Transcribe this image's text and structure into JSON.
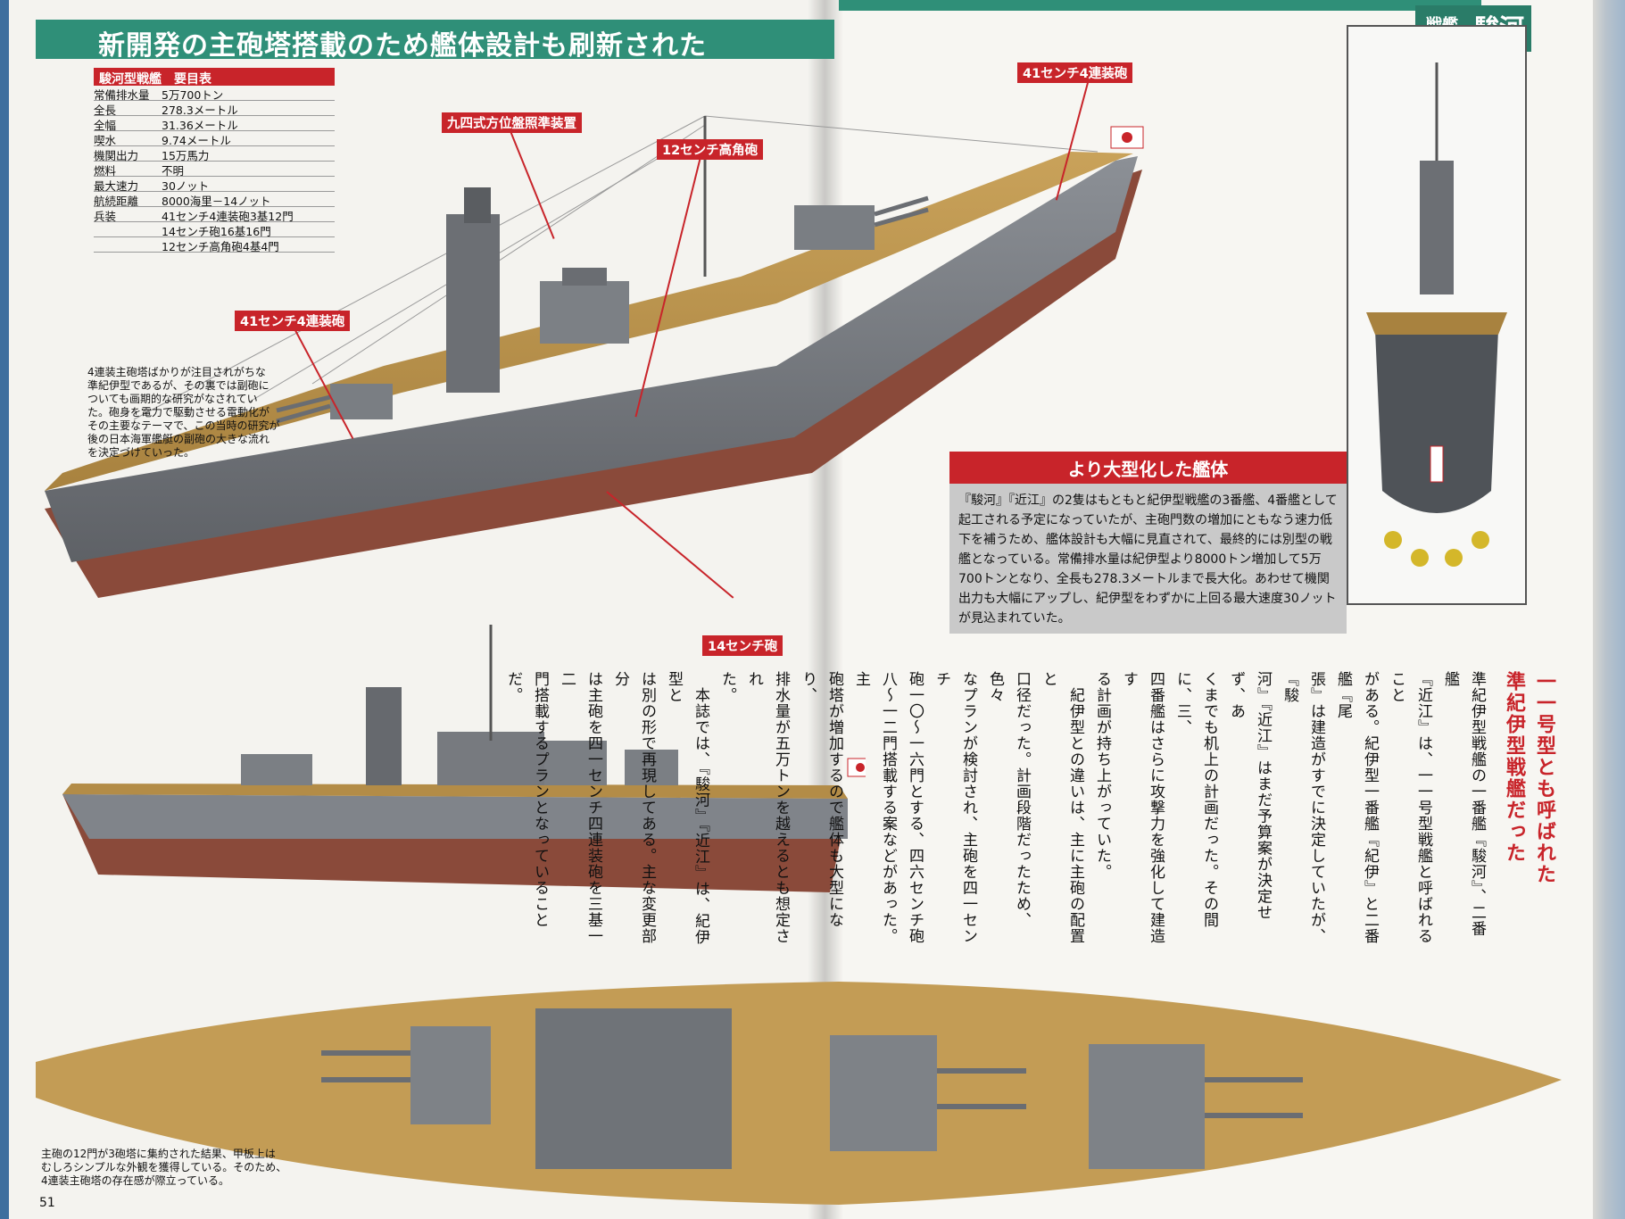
{
  "header": {
    "title": "新開発の主砲塔搭載のため艦体設計も刷新された",
    "category": "戦艦",
    "ship_name": "駿河"
  },
  "spec_table": {
    "title": "駿河型戦艦　要目表",
    "rows": [
      {
        "key": "常備排水量",
        "value": "5万700トン"
      },
      {
        "key": "全長",
        "value": "278.3メートル"
      },
      {
        "key": "全幅",
        "value": "31.36メートル"
      },
      {
        "key": "喫水",
        "value": "9.74メートル"
      },
      {
        "key": "機関出力",
        "value": "15万馬力"
      },
      {
        "key": "燃料",
        "value": "不明"
      },
      {
        "key": "最大速力",
        "value": "30ノット"
      },
      {
        "key": "航続距離",
        "value": "8000海里－14ノット"
      },
      {
        "key": "兵装",
        "value": "41センチ4連装砲3基12門"
      },
      {
        "key": "",
        "value": "14センチ砲16基16門"
      },
      {
        "key": "",
        "value": "12センチ高角砲4基4門"
      }
    ]
  },
  "callouts": {
    "main_gun_left": "41センチ4連装砲",
    "director": "九四式方位盤照準装置",
    "aa_gun": "12センチ高角砲",
    "main_gun_right": "41センチ4連装砲",
    "secondary_gun": "14センチ砲"
  },
  "notes": {
    "turret_note": [
      "4連装主砲塔ばかりが注目されがちな",
      "準紀伊型であるが、その裏では副砲に",
      "ついても画期的な研究がなされてい",
      "た。砲身を電力で駆動させる電動化が",
      "その主要なテーマで、この当時の研究が",
      "後の日本海軍艦艇の副砲の大きな流れ",
      "を決定づけていった。"
    ],
    "deck_note": [
      "主砲の12門が3砲塔に集約された結果、甲板上は",
      "むしろシンプルな外観を獲得している。そのため、",
      "4連装主砲塔の存在感が際立っている。"
    ]
  },
  "sidebox": {
    "title": "より大型化した艦体",
    "body": "『駿河』『近江』の2隻はもともと紀伊型戦艦の3番艦、4番艦として起工される予定になっていたが、主砲門数の増加にともなう速力低下を補うため、艦体設計も大幅に見直されて、最終的には別型の戦艦となっている。常備排水量は紀伊型より8000トン増加して5万700トンとなり、全長も278.3メートルまで長大化。あわせて機関出力も大幅にアップし、紀伊型をわずかに上回る最大速度30ノットが見込まれていた。"
  },
  "article": {
    "title_lines": [
      "一一号型とも呼ばれた",
      "準紀伊型戦艦だった"
    ],
    "columns": [
      "準紀伊型戦艦の一番艦『駿河』、二番艦",
      "『近江』は、一一号型戦艦と呼ばれること",
      "がある。紀伊型一番艦『紀伊』と二番艦『尾",
      "張』は建造がすでに決定していたが、『駿",
      "河』『近江』はまだ予算案が決定せず、あ",
      "くまでも机上の計画だった。その間に、三、",
      "四番艦はさらに攻撃力を強化して建造す",
      "る計画が持ち上がっていた。",
      "　紀伊型との違いは、主に主砲の配置と",
      "口径だった。計画段階だったため、色々",
      "なプランが検討され、主砲を四一センチ",
      "砲一〇～一六門とする、四六センチ砲",
      "八～一二門搭載する案などがあった。主",
      "砲塔が増加するので艦体も大型になり、",
      "排水量が五万トンを越えるとも想定され",
      "た。",
      "　本誌では、『駿河』『近江』は、紀伊型と",
      "は別の形で再現してある。主な変更部分",
      "は主砲を四一センチ四連装砲を三基一二",
      "門搭載するプランとなっていることだ。"
    ]
  },
  "page_number": "51",
  "colors": {
    "accent_red": "#c8242a",
    "banner_green": "#2f8f78",
    "deck_wood": "#b9924c",
    "hull_gray": "#7e8287",
    "hull_red": "#8a4a3a"
  }
}
